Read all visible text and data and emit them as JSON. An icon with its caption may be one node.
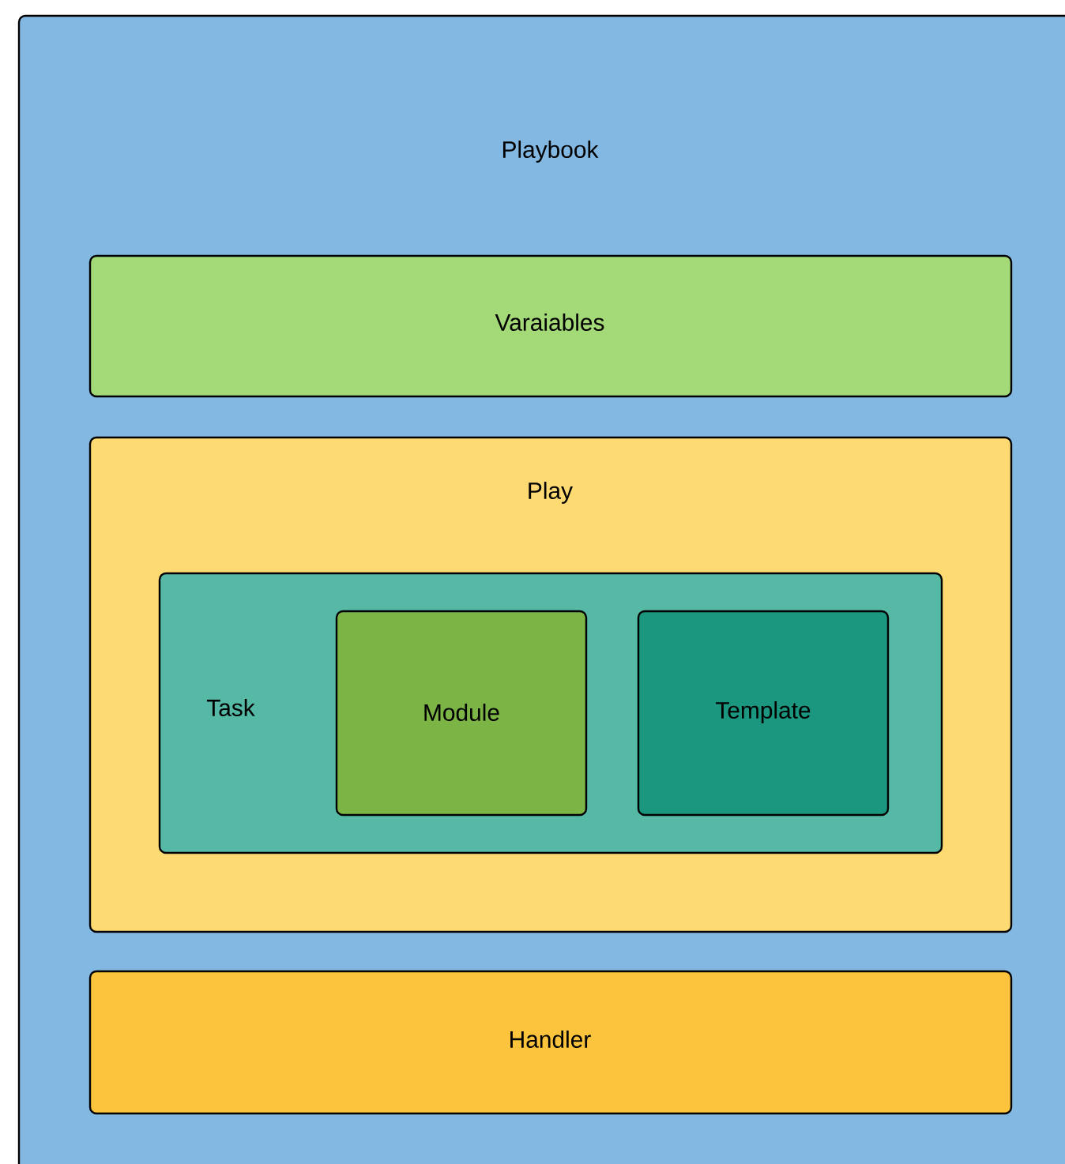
{
  "diagram": {
    "nodes": [
      {
        "text": [
          "Playbook"
        ]
      },
      {
        "text": [
          "Varaiables"
        ],
        "in": 0
      },
      {
        "text": [
          "Play"
        ],
        "in": 0
      },
      {
        "text": [
          "Task"
        ],
        "in": 2
      },
      {
        "text": [
          "Module"
        ],
        "in": 3
      },
      {
        "text": [
          "Template"
        ],
        "in": 3
      },
      {
        "text": [
          "Handler"
        ],
        "in": 0
      }
    ]
  }
}
